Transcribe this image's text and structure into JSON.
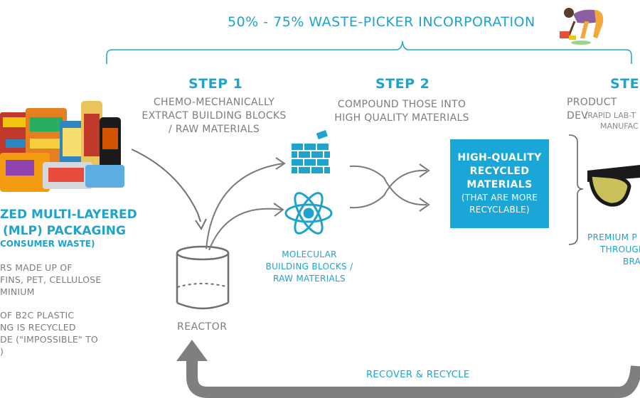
{
  "top_banner": "50% - 75% WASTE-PICKER INCORPORATION",
  "step1": {
    "title": "STEP 1",
    "desc": [
      "CHEMO-MECHANICALLY",
      "EXTRACT BUILDING BLOCKS",
      "/ RAW MATERIALS"
    ]
  },
  "step2": {
    "title": "STEP 2",
    "desc": [
      "COMPOUND THOSE INTO",
      "HIGH QUALITY MATERIALS"
    ]
  },
  "step3": {
    "title": "STEI",
    "desc": "PRODUCT DEV",
    "sub": [
      "(RAPID LAB-T",
      "MANUFAC"
    ]
  },
  "mlp": {
    "title": [
      "ZED MULTI-LAYERED",
      "(MLP) PACKAGING"
    ],
    "subtitle": "CONSUMER WASTE)",
    "body1": [
      "RS MADE UP OF",
      "FINS, PET, CELLULOSE",
      "MINIUM"
    ],
    "body2": [
      "OF B2C PLASTIC",
      "NG IS RECYCLED",
      "DE (\"IMPOSSIBLE\" TO",
      ")"
    ]
  },
  "molecular_caption": [
    "MOLECULAR",
    "BUILDING BLOCKS /",
    "RAW MATERIALS"
  ],
  "hq_box": {
    "main": [
      "HIGH-QUALITY",
      "RECYCLED",
      "MATERIALS"
    ],
    "sub": [
      "(THAT ARE MORE",
      "RECYCLABLE)"
    ]
  },
  "reactor_label": "REACTOR",
  "recover_label": "RECOVER & RECYCLE",
  "premium": [
    "PREMIUM P",
    "THROUGH",
    "BRA"
  ],
  "icons": [
    "waste-picker-illustration",
    "brick-wall-icon",
    "atom-icon",
    "reactor-cylinder-icon",
    "sunglasses-product-image",
    "packaging-waste-image",
    "return-arrow-icon"
  ],
  "colors": {
    "accent": "#1fa3cc",
    "box": "#1aa6d6",
    "text_grey": "#7d7d7d",
    "arrow_grey": "#6f6f6f"
  }
}
